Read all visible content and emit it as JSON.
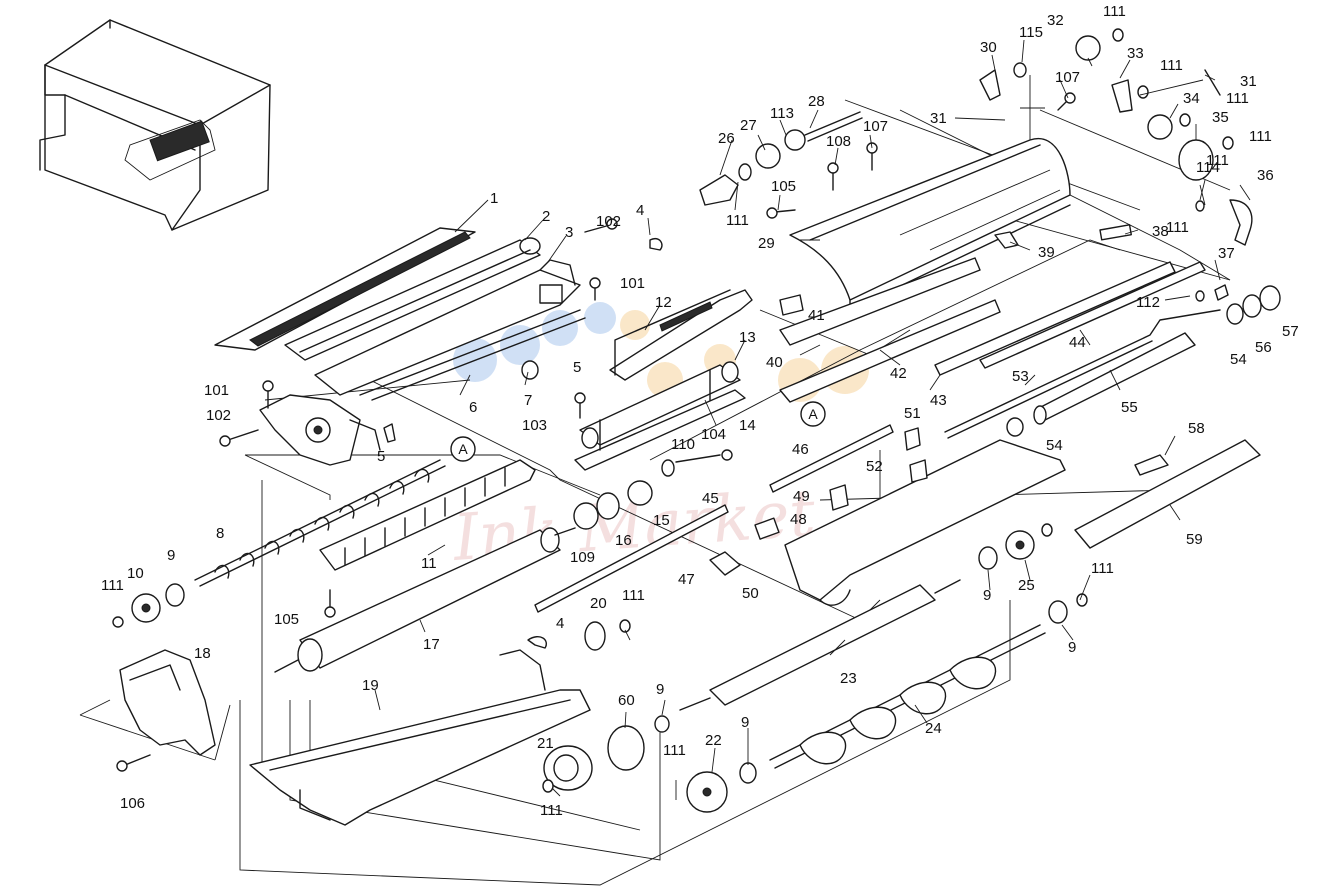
{
  "callouts": [
    {
      "id": "c1",
      "label": "1"
    },
    {
      "id": "c2",
      "label": "2"
    },
    {
      "id": "c3",
      "label": "3"
    },
    {
      "id": "c4a",
      "label": "4"
    },
    {
      "id": "c4b",
      "label": "4"
    },
    {
      "id": "c5a",
      "label": "5"
    },
    {
      "id": "c5b",
      "label": "5"
    },
    {
      "id": "c6",
      "label": "6"
    },
    {
      "id": "c7",
      "label": "7"
    },
    {
      "id": "c8",
      "label": "8"
    },
    {
      "id": "c9a",
      "label": "9"
    },
    {
      "id": "c9b",
      "label": "9"
    },
    {
      "id": "c9c",
      "label": "9"
    },
    {
      "id": "c9d",
      "label": "9"
    },
    {
      "id": "c9e",
      "label": "9"
    },
    {
      "id": "c10",
      "label": "10"
    },
    {
      "id": "c11",
      "label": "11"
    },
    {
      "id": "c12",
      "label": "12"
    },
    {
      "id": "c13",
      "label": "13"
    },
    {
      "id": "c14",
      "label": "14"
    },
    {
      "id": "c15",
      "label": "15"
    },
    {
      "id": "c16",
      "label": "16"
    },
    {
      "id": "c17",
      "label": "17"
    },
    {
      "id": "c18",
      "label": "18"
    },
    {
      "id": "c19",
      "label": "19"
    },
    {
      "id": "c20",
      "label": "20"
    },
    {
      "id": "c21",
      "label": "21"
    },
    {
      "id": "c22",
      "label": "22"
    },
    {
      "id": "c23",
      "label": "23"
    },
    {
      "id": "c24",
      "label": "24"
    },
    {
      "id": "c25",
      "label": "25"
    },
    {
      "id": "c26",
      "label": "26"
    },
    {
      "id": "c27",
      "label": "27"
    },
    {
      "id": "c28",
      "label": "28"
    },
    {
      "id": "c29",
      "label": "29"
    },
    {
      "id": "c30",
      "label": "30"
    },
    {
      "id": "c31a",
      "label": "31"
    },
    {
      "id": "c31b",
      "label": "31"
    },
    {
      "id": "c32",
      "label": "32"
    },
    {
      "id": "c33",
      "label": "33"
    },
    {
      "id": "c34",
      "label": "34"
    },
    {
      "id": "c35",
      "label": "35"
    },
    {
      "id": "c36",
      "label": "36"
    },
    {
      "id": "c37",
      "label": "37"
    },
    {
      "id": "c38",
      "label": "38"
    },
    {
      "id": "c39",
      "label": "39"
    },
    {
      "id": "c40",
      "label": "40"
    },
    {
      "id": "c41",
      "label": "41"
    },
    {
      "id": "c42",
      "label": "42"
    },
    {
      "id": "c43",
      "label": "43"
    },
    {
      "id": "c44",
      "label": "44"
    },
    {
      "id": "c45",
      "label": "45"
    },
    {
      "id": "c46",
      "label": "46"
    },
    {
      "id": "c47",
      "label": "47"
    },
    {
      "id": "c48",
      "label": "48"
    },
    {
      "id": "c49",
      "label": "49"
    },
    {
      "id": "c50",
      "label": "50"
    },
    {
      "id": "c51",
      "label": "51"
    },
    {
      "id": "c52",
      "label": "52"
    },
    {
      "id": "c53",
      "label": "53"
    },
    {
      "id": "c54a",
      "label": "54"
    },
    {
      "id": "c54b",
      "label": "54"
    },
    {
      "id": "c55",
      "label": "55"
    },
    {
      "id": "c56",
      "label": "56"
    },
    {
      "id": "c57",
      "label": "57"
    },
    {
      "id": "c58",
      "label": "58"
    },
    {
      "id": "c59",
      "label": "59"
    },
    {
      "id": "c60",
      "label": "60"
    },
    {
      "id": "c101a",
      "label": "101"
    },
    {
      "id": "c101b",
      "label": "101"
    },
    {
      "id": "c102a",
      "label": "102"
    },
    {
      "id": "c102b",
      "label": "102"
    },
    {
      "id": "c103",
      "label": "103"
    },
    {
      "id": "c104",
      "label": "104"
    },
    {
      "id": "c105a",
      "label": "105"
    },
    {
      "id": "c105b",
      "label": "105"
    },
    {
      "id": "c106",
      "label": "106"
    },
    {
      "id": "c107a",
      "label": "107"
    },
    {
      "id": "c107b",
      "label": "107"
    },
    {
      "id": "c108",
      "label": "108"
    },
    {
      "id": "c109",
      "label": "109"
    },
    {
      "id": "c110",
      "label": "110"
    },
    {
      "id": "c111a",
      "label": "111"
    },
    {
      "id": "c111b",
      "label": "111"
    },
    {
      "id": "c111c",
      "label": "111"
    },
    {
      "id": "c111d",
      "label": "111"
    },
    {
      "id": "c111e",
      "label": "111"
    },
    {
      "id": "c111f",
      "label": "111"
    },
    {
      "id": "c111g",
      "label": "111"
    },
    {
      "id": "c111h",
      "label": "111"
    },
    {
      "id": "c111i",
      "label": "111"
    },
    {
      "id": "c111j",
      "label": "111"
    },
    {
      "id": "c111k",
      "label": "111"
    },
    {
      "id": "c111l",
      "label": "111"
    },
    {
      "id": "c112",
      "label": "112"
    },
    {
      "id": "c113",
      "label": "113"
    },
    {
      "id": "c114",
      "label": "114"
    },
    {
      "id": "c115",
      "label": "115"
    }
  ],
  "reference_markers": [
    {
      "id": "refA1",
      "label": "A"
    },
    {
      "id": "refA2",
      "label": "A"
    }
  ],
  "watermark": {
    "text": "Ink Market"
  },
  "colors": {
    "ink": "#1a1a1a",
    "background": "#ffffff",
    "watermark": "#e7b9b9"
  }
}
